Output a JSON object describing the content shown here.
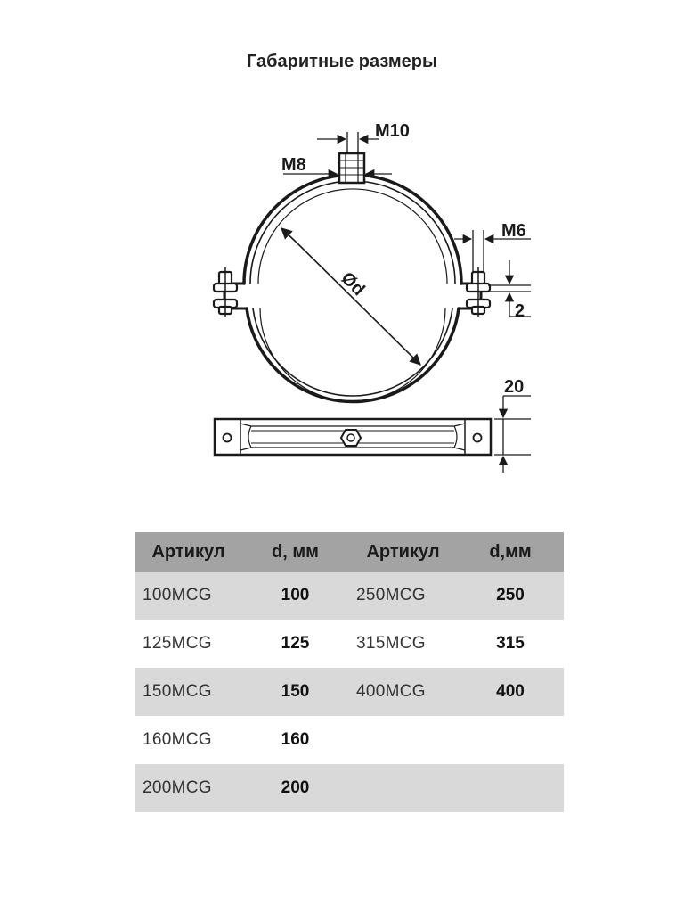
{
  "title": "Габаритные размеры",
  "dimensions": {
    "m10": "M10",
    "m8": "M8",
    "m6": "M6",
    "diameter": "Ød",
    "gap": "2",
    "width": "20"
  },
  "table": {
    "headers": [
      "Артикул",
      "d, мм",
      "Артикул",
      "d,мм"
    ],
    "rows": [
      {
        "art1": "100MCG",
        "d1": "100",
        "art2": "250MCG",
        "d2": "250"
      },
      {
        "art1": "125MCG",
        "d1": "125",
        "art2": "315MCG",
        "d2": "315"
      },
      {
        "art1": "150MCG",
        "d1": "150",
        "art2": "400MCG",
        "d2": "400"
      },
      {
        "art1": "160MCG",
        "d1": "160",
        "art2": "",
        "d2": ""
      },
      {
        "art1": "200MCG",
        "d1": "200",
        "art2": "",
        "d2": ""
      }
    ]
  }
}
